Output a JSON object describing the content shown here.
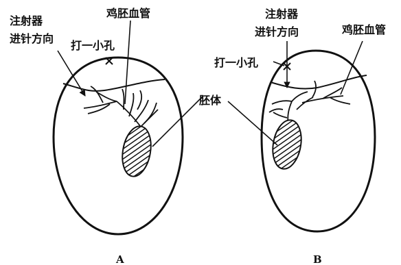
{
  "panel_a": {
    "label_injector_line1": "注射器",
    "label_injector_line2": "进针方向",
    "label_hole": "打一小孔",
    "label_vessels": "鸡胚血管",
    "label_embryo": "胚体",
    "caption": "A"
  },
  "panel_b": {
    "label_injector_line1": "注射器",
    "label_injector_line2": "进针方向",
    "label_hole": "打一小孔",
    "label_vessels": "鸡胚血管",
    "caption": "B"
  },
  "colors": {
    "ink": "#111111",
    "background": "#ffffff"
  }
}
